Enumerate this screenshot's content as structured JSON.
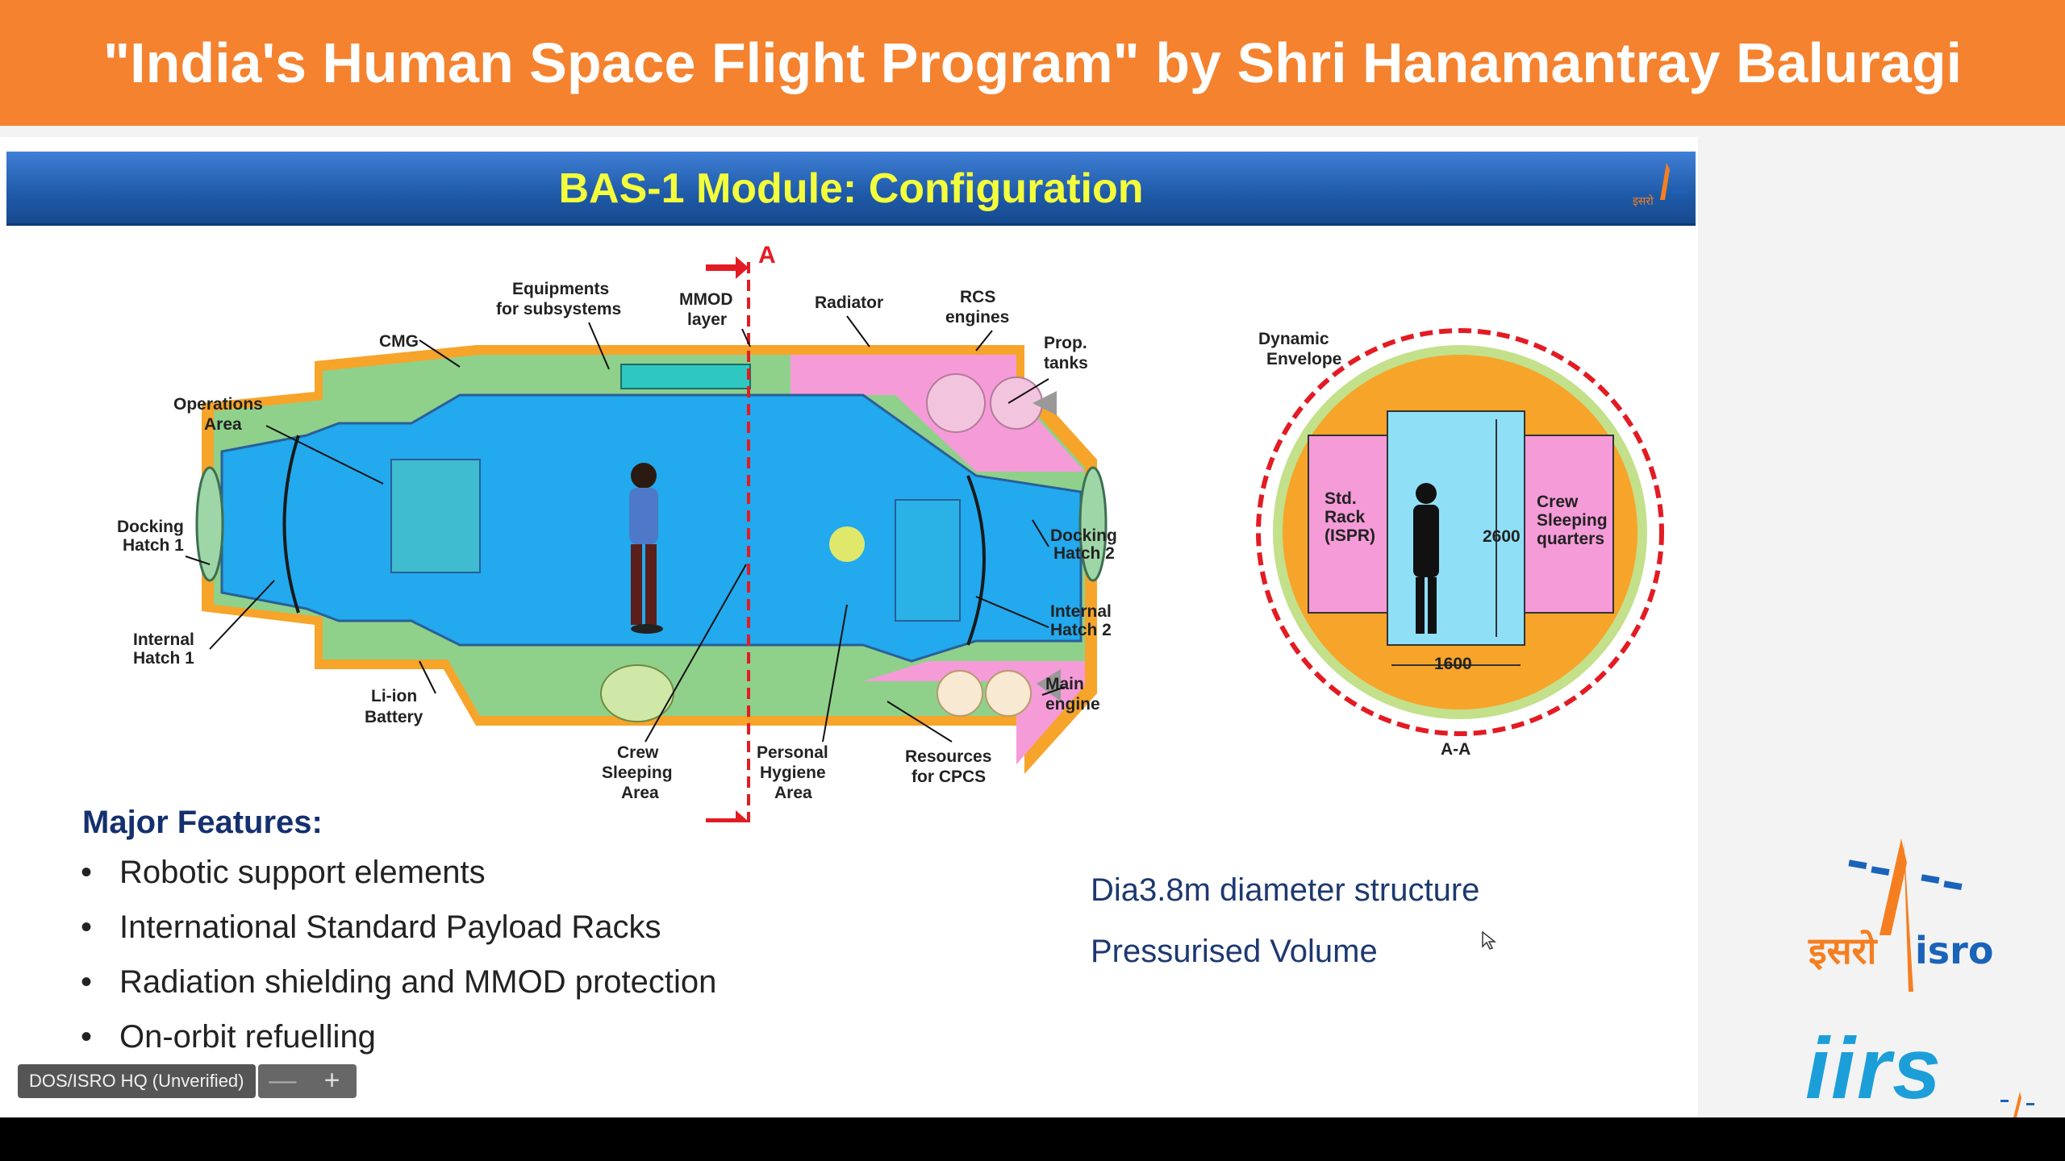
{
  "banner": {
    "title": "\"India's Human Space Flight Program\" by Shri Hanamantray Baluragi"
  },
  "slide": {
    "title": "BAS-1 Module: Configuration",
    "logo_text": "इसरो",
    "module_labels": {
      "section_marker": "A",
      "equipments": [
        "Equipments",
        "for subsystems"
      ],
      "mmod": [
        "MMOD",
        "layer"
      ],
      "radiator": "Radiator",
      "rcs": [
        "RCS",
        "engines"
      ],
      "cmg": "CMG",
      "prop_tanks": [
        "Prop.",
        "tanks"
      ],
      "operations": [
        "Operations",
        "Area"
      ],
      "docking1": [
        "Docking",
        "Hatch 1"
      ],
      "docking2": [
        "Docking",
        "Hatch 2"
      ],
      "internal1": [
        "Internal",
        "Hatch 1"
      ],
      "internal2": [
        "Internal",
        "Hatch 2"
      ],
      "liion": [
        "Li-ion",
        "Battery"
      ],
      "main_engine": [
        "Main",
        "engine"
      ],
      "crew_area": [
        "Crew",
        "Sleeping",
        "Area"
      ],
      "hygiene": [
        "Personal",
        "Hygiene",
        "Area"
      ],
      "resources": [
        "Resources",
        "for CPCS"
      ]
    },
    "section_labels": {
      "envelope": [
        "Dynamic",
        "Envelope"
      ],
      "std_rack": [
        "Std.",
        "Rack",
        "(ISPR)"
      ],
      "crew_quarters": [
        "Crew",
        "Sleeping",
        "quarters"
      ],
      "height": "2600",
      "width": "1600",
      "caption": "A-A"
    },
    "features_heading": "Major Features:",
    "features": [
      "Robotic support elements",
      "International Standard Payload Racks",
      "Radiation shielding and MMOD protection",
      "On-orbit refuelling"
    ],
    "bullet": "•",
    "dia_text": "Dia3.8m diameter structure",
    "volume_text": "Pressurised Volume"
  },
  "logos": {
    "isro_hindi": "इसरो",
    "isro_latin": "isro",
    "iirs": "iirs"
  },
  "meeting": {
    "participant": "DOS/ISRO HQ (Unverified)",
    "zoom_out": "—",
    "zoom_in": "+"
  },
  "colors": {
    "banner": "#f5822f",
    "title_bar": "#1f5aa8",
    "title_text": "#f4ff3b",
    "hull_blue": "#22a9ee",
    "hull_green": "#8fd18b",
    "pink": "#f59bd8",
    "orange": "#f7a42a",
    "section_red": "#e31b23"
  }
}
